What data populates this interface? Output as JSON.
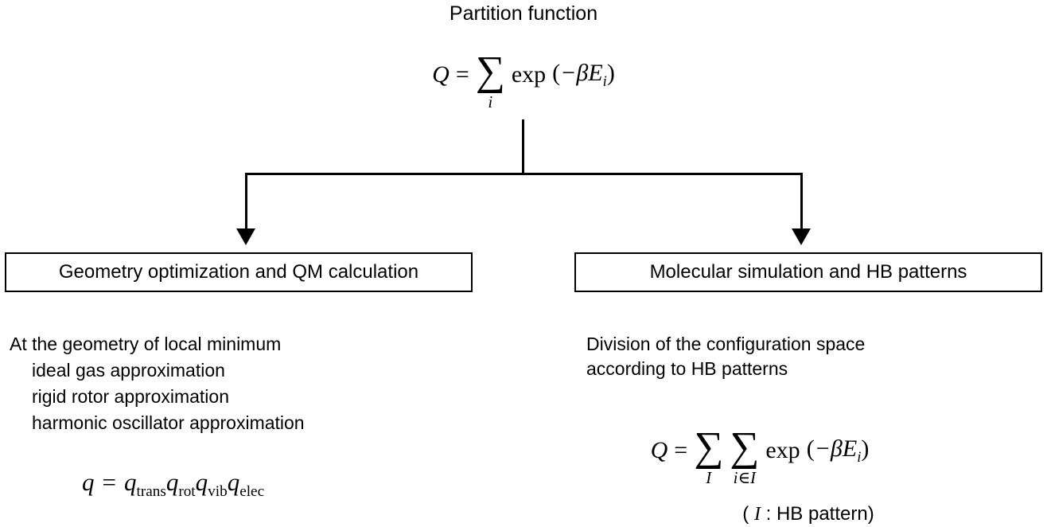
{
  "title": "Partition function",
  "top_equation": {
    "lhs": "Q",
    "equals": "=",
    "sigma": "∑",
    "sum_index": "i",
    "exp": "exp",
    "open": "(",
    "arg": "−βE",
    "arg_sub": "i",
    "close": ")"
  },
  "left_branch": {
    "box_label": "Geometry optimization and QM calculation",
    "lines": [
      "At the geometry of local minimum",
      "ideal gas approximation",
      "rigid rotor approximation",
      "harmonic oscillator approximation"
    ],
    "equation": {
      "lhs": "q",
      "equals": "=",
      "terms": [
        {
          "base": "q",
          "sub": "trans"
        },
        {
          "base": "q",
          "sub": "rot"
        },
        {
          "base": "q",
          "sub": "vib"
        },
        {
          "base": "q",
          "sub": "elec"
        }
      ]
    }
  },
  "right_branch": {
    "box_label": "Molecular simulation and HB patterns",
    "lines": [
      "Division of the configuration space",
      "according to HB patterns"
    ],
    "equation": {
      "lhs": "Q",
      "equals": "=",
      "sigma1": "∑",
      "sum1_index": "I",
      "sigma2": "∑",
      "sum2_index": "i∈I",
      "exp": "exp",
      "open": "(",
      "arg": "−βE",
      "arg_sub": "i",
      "close": ")"
    },
    "note": {
      "open": "( ",
      "symbol": "I",
      "rest": " : HB pattern)"
    }
  }
}
